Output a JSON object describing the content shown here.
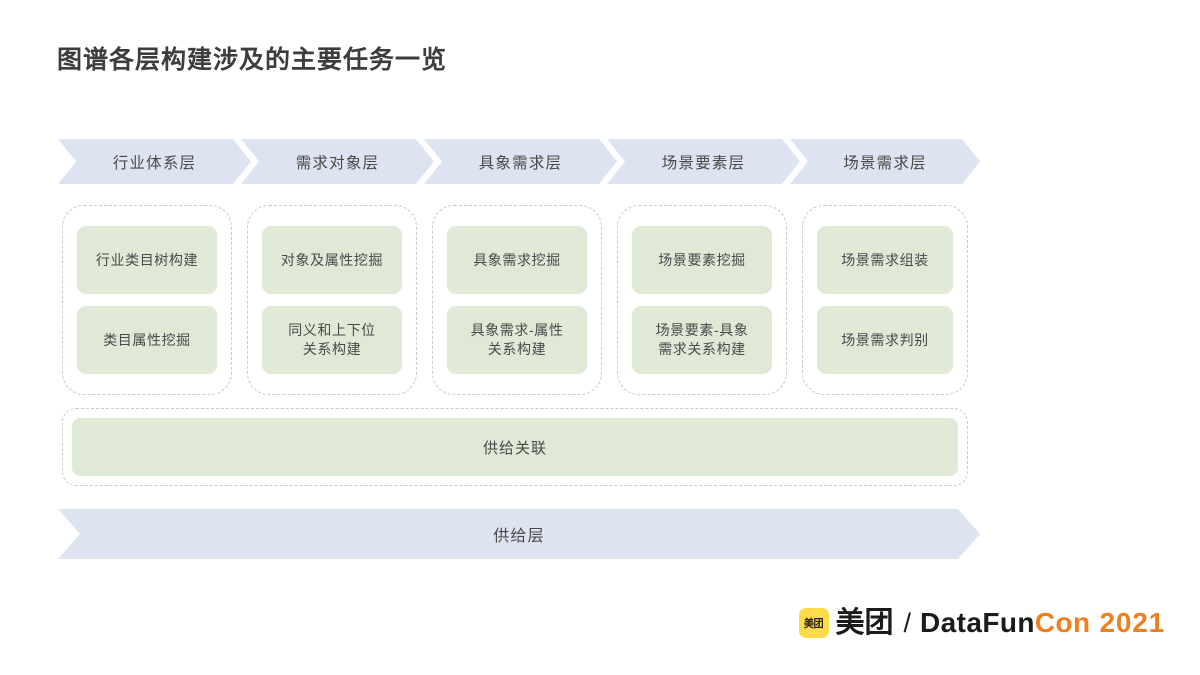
{
  "slide": {
    "title": "图谱各层构建涉及的主要任务一览",
    "background_color": "#ffffff"
  },
  "colors": {
    "chevron_fill": "#dde3f0",
    "task_box_fill": "#dfe9d6",
    "dashed_border": "#c9c9c9",
    "text": "#4a4a4a",
    "title_text": "#3d3d3d",
    "brand_yellow": "#fedb48",
    "brand_orange": "#ef8022"
  },
  "layer_headers": [
    {
      "label": "行业体系层"
    },
    {
      "label": "需求对象层"
    },
    {
      "label": "具象需求层"
    },
    {
      "label": "场景要素层"
    },
    {
      "label": "场景需求层"
    }
  ],
  "columns": [
    {
      "layer": "行业体系层",
      "tasks": [
        {
          "label": "行业类目树构建"
        },
        {
          "label": "类目属性挖掘"
        }
      ]
    },
    {
      "layer": "需求对象层",
      "tasks": [
        {
          "label": "对象及属性挖掘"
        },
        {
          "label": "同义和上下位\n关系构建"
        }
      ]
    },
    {
      "layer": "具象需求层",
      "tasks": [
        {
          "label": "具象需求挖掘"
        },
        {
          "label": "具象需求-属性\n关系构建"
        }
      ]
    },
    {
      "layer": "场景要素层",
      "tasks": [
        {
          "label": "场景要素挖掘"
        },
        {
          "label": "场景要素-具象\n需求关系构建"
        }
      ]
    },
    {
      "layer": "场景需求层",
      "tasks": [
        {
          "label": "场景需求组装"
        },
        {
          "label": "场景需求判别"
        }
      ]
    }
  ],
  "supply_band": {
    "label": "供给关联"
  },
  "bottom_bar": {
    "label": "供给层"
  },
  "logo": {
    "badge_text": "美团",
    "brand_cn": "美团",
    "separator": "/",
    "brand_en_dark": "DataFun",
    "brand_en_accent": "Con",
    "year": "2021"
  }
}
